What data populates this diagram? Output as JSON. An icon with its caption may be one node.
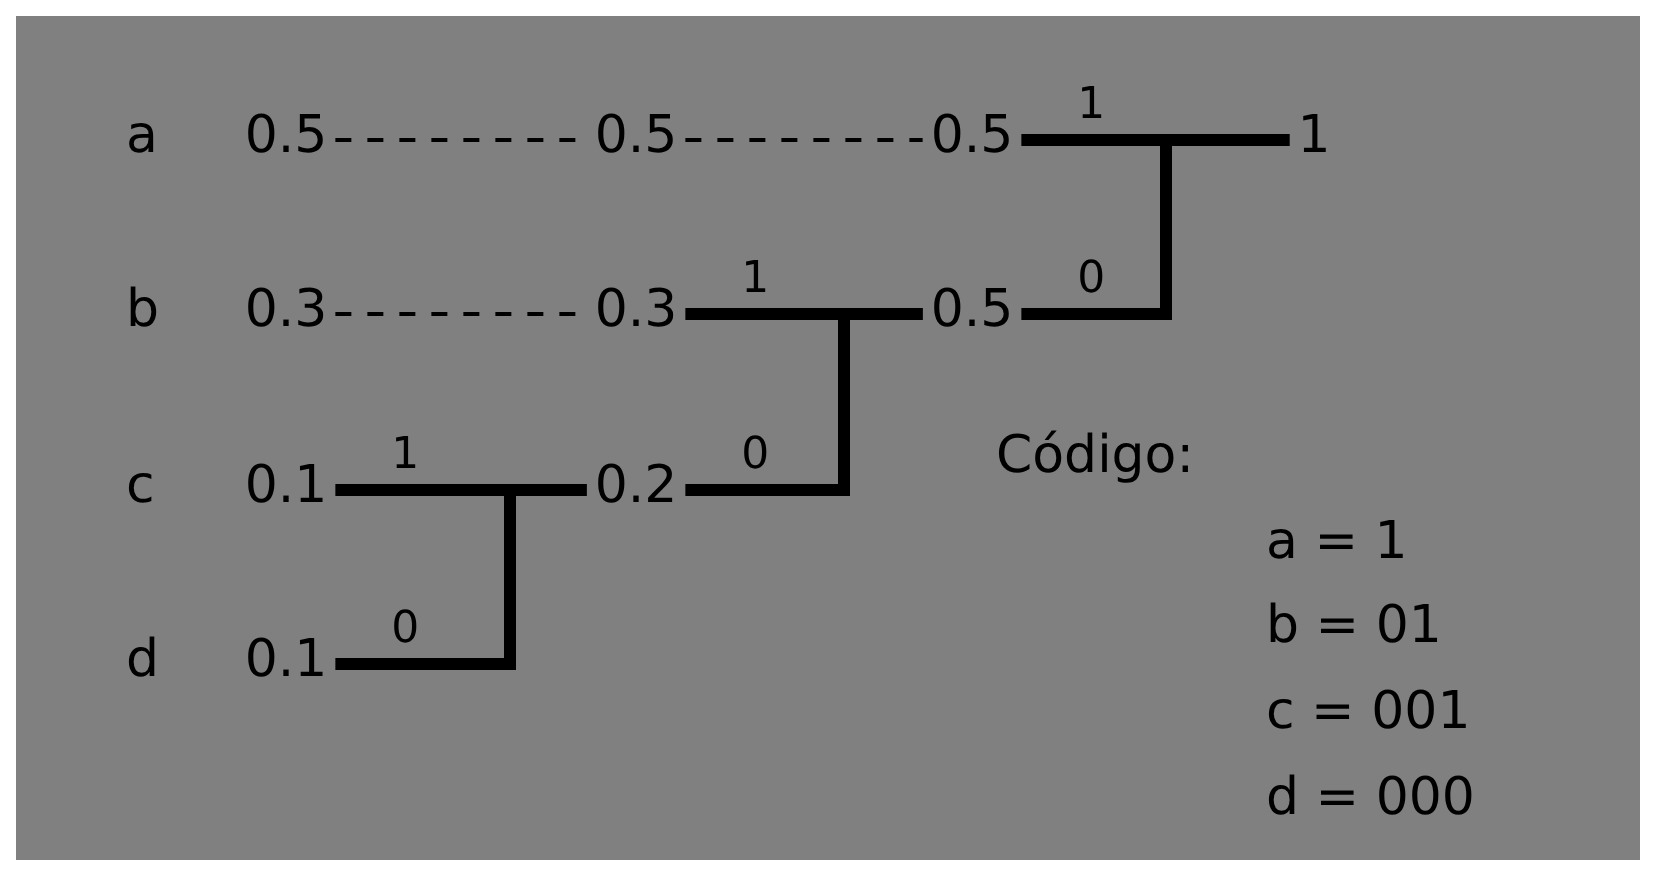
{
  "diagram": {
    "nodes": [
      {
        "text": [
          "0.5"
        ]
      },
      {
        "text": [
          "0.5"
        ]
      },
      {
        "text": [
          "0.5"
        ]
      },
      {
        "text": [
          "1"
        ]
      },
      {
        "text": [
          "0.3"
        ]
      },
      {
        "text": [
          "0.3"
        ]
      },
      {
        "text": [
          "0.5"
        ]
      },
      {
        "text": [
          "0.1"
        ]
      },
      {
        "text": [
          "0.2"
        ]
      },
      {
        "text": [
          "0.1"
        ]
      }
    ],
    "edges": [
      {
        "from": 0,
        "to": 1,
        "arrow": "none",
        "style": "dashed"
      },
      {
        "from": 1,
        "to": 2,
        "arrow": "none",
        "style": "dashed"
      },
      {
        "from": 4,
        "to": 5,
        "arrow": "none",
        "style": "dashed"
      },
      {
        "from": 7,
        "to": 8,
        "arrow": "none",
        "label": "1"
      },
      {
        "from": 9,
        "to": 8,
        "arrow": "none",
        "label": "0"
      },
      {
        "from": 5,
        "to": 6,
        "arrow": "none",
        "label": "1"
      },
      {
        "from": 8,
        "to": 6,
        "arrow": "none",
        "label": "0"
      },
      {
        "from": 2,
        "to": 3,
        "arrow": "none",
        "label": "1"
      },
      {
        "from": 6,
        "to": 3,
        "arrow": "none",
        "label": "0"
      }
    ],
    "labels": [
      "a",
      "b",
      "c",
      "d",
      "Código:",
      "a = 1",
      "b = 01",
      "c = 001",
      "d = 000"
    ]
  }
}
